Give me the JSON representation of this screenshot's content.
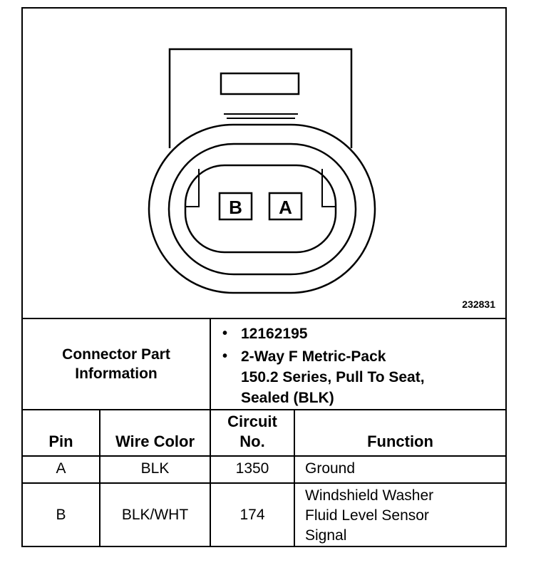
{
  "figure_id": "232831",
  "connector": {
    "pin_labels": [
      "B",
      "A"
    ]
  },
  "part_info": {
    "label_line1": "Connector Part",
    "label_line2": "Information",
    "part_number": "12162195",
    "description_lines": [
      "2-Way F Metric-Pack",
      "150.2 Series, Pull To Seat,",
      "Sealed (BLK)"
    ],
    "bullet": "•"
  },
  "table": {
    "headers": {
      "pin": "Pin",
      "wire_color": "Wire Color",
      "circuit_line1": "Circuit",
      "circuit_line2": "No.",
      "function": "Function"
    },
    "rows": [
      {
        "pin": "A",
        "wire_color": "BLK",
        "circuit": "1350",
        "function_lines": [
          "Ground"
        ]
      },
      {
        "pin": "B",
        "wire_color": "BLK/WHT",
        "circuit": "174",
        "function_lines": [
          "Windshield Washer",
          "Fluid Level Sensor",
          "Signal"
        ]
      }
    ]
  }
}
